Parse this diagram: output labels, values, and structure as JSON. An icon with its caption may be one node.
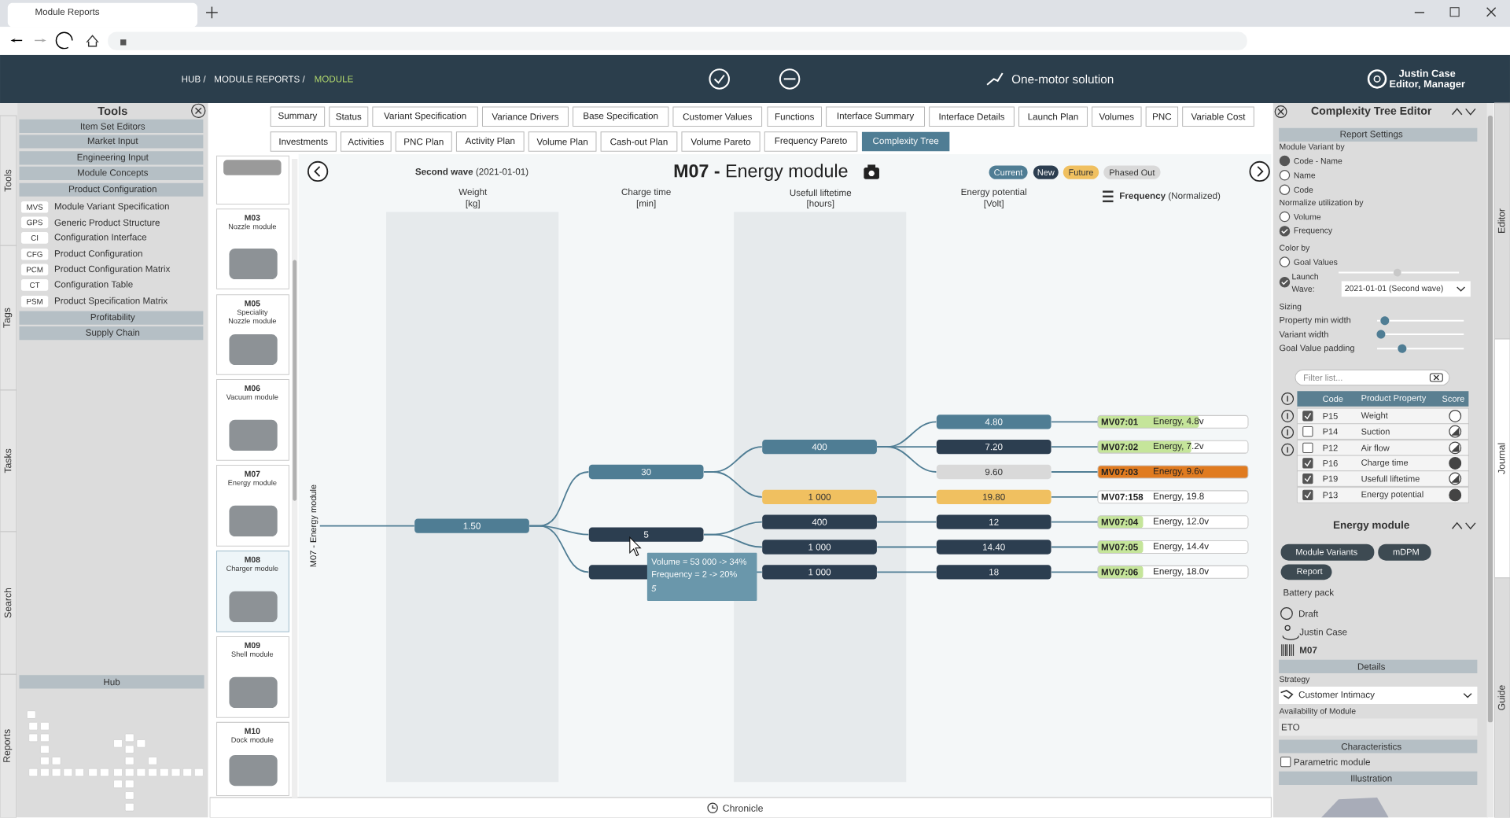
{
  "diagram": {
    "nodes": [
      {
        "text": [
          "M07 - Energy module"
        ]
      },
      {
        "text": [
          "1.50"
        ]
      },
      {
        "text": [
          "30"
        ]
      },
      {
        "text": [
          "5"
        ]
      },
      {
        "text": [],
        "shape": "bar"
      },
      {
        "text": [
          "400"
        ]
      },
      {
        "text": [
          "1 000"
        ]
      },
      {
        "text": [
          "400"
        ]
      },
      {
        "text": [
          "1 000"
        ]
      },
      {
        "text": [
          "1 000"
        ]
      },
      {
        "text": [
          "4.80"
        ]
      },
      {
        "text": [
          "7.20"
        ]
      },
      {
        "text": [
          "9.60"
        ]
      },
      {
        "text": [
          "19.80"
        ]
      },
      {
        "text": [
          "12"
        ]
      },
      {
        "text": [
          "14.40"
        ]
      },
      {
        "text": [
          "18"
        ]
      },
      {
        "text": [
          "MV07:01",
          "Energy, 4.8v"
        ]
      },
      {
        "text": [
          "MV07:02",
          "Energy, 7.2v"
        ]
      },
      {
        "text": [
          "MV07:03",
          "Energy, 9.6v"
        ]
      },
      {
        "text": [
          "MV07:158",
          "Energy, 19.8"
        ]
      },
      {
        "text": [
          "MV07:04",
          "Energy, 12.0v"
        ]
      },
      {
        "text": [
          "MV07:05",
          "Energy, 14.4v"
        ]
      },
      {
        "text": [
          "MV07:06",
          "Energy, 18.0v"
        ]
      }
    ],
    "edges": [
      {
        "from": 0,
        "to": 1,
        "arrow": "none"
      },
      {
        "from": 1,
        "to": 2,
        "arrow": "none"
      },
      {
        "from": 1,
        "to": 3,
        "arrow": "none"
      },
      {
        "from": 1,
        "to": 4,
        "arrow": "none"
      },
      {
        "from": 2,
        "to": 5,
        "arrow": "none"
      },
      {
        "from": 2,
        "to": 6,
        "arrow": "none"
      },
      {
        "from": 3,
        "to": 7,
        "arrow": "none"
      },
      {
        "from": 3,
        "to": 8,
        "arrow": "none"
      },
      {
        "from": 4,
        "to": 9,
        "arrow": "none"
      },
      {
        "from": 5,
        "to": 10,
        "arrow": "none"
      },
      {
        "from": 5,
        "to": 11,
        "arrow": "none"
      },
      {
        "from": 5,
        "to": 12,
        "arrow": "none"
      },
      {
        "from": 6,
        "to": 13,
        "arrow": "none"
      },
      {
        "from": 7,
        "to": 14,
        "arrow": "none"
      },
      {
        "from": 8,
        "to": 15,
        "arrow": "none"
      },
      {
        "from": 9,
        "to": 16,
        "arrow": "none"
      },
      {
        "from": 10,
        "to": 17,
        "arrow": "none"
      },
      {
        "from": 11,
        "to": 18,
        "arrow": "none"
      },
      {
        "from": 12,
        "to": 19,
        "arrow": "none"
      },
      {
        "from": 13,
        "to": 20,
        "arrow": "none"
      },
      {
        "from": 14,
        "to": 21,
        "arrow": "none"
      },
      {
        "from": 15,
        "to": 22,
        "arrow": "none"
      },
      {
        "from": 16,
        "to": 23,
        "arrow": "none"
      }
    ],
    "labels": [
      "Module Reports",
      "HUB /",
      "MODULE REPORTS /",
      "MODULE",
      "One-motor solution",
      "Justin Case",
      "Editor, Manager",
      "Tools",
      "Item Set Editors",
      "Market Input",
      "Engineering Input",
      "Module Concepts",
      "Product Configuration",
      "MVS",
      "Module Variant Specification",
      "GPS",
      "Generic Product Structure",
      "CI",
      "Configuration Interface",
      "CFG",
      "Product Configuration",
      "PCM",
      "Product Configuration Matrix",
      "CT",
      "Configuration Table",
      "PSM",
      "Product Specification Matrix",
      "Profitability",
      "Supply Chain",
      "Hub",
      "Tools",
      "Tags",
      "Tasks",
      "Search",
      "Reports",
      "M03",
      "Nozzle module",
      "M05",
      "Speciality Nozzle module",
      "M06",
      "Vacuum module",
      "M07",
      "Energy module",
      "M08",
      "Charger module",
      "M09",
      "Shell module",
      "M10",
      "Dock module",
      "Summary",
      "Status",
      "Variant Specification",
      "Variance Drivers",
      "Base Specification",
      "Customer Values",
      "Functions",
      "Interface Summary",
      "Interface Details",
      "Launch Plan",
      "Volumes",
      "PNC",
      "Variable Cost",
      "Investments",
      "Activities",
      "PNC Plan",
      "Activity Plan",
      "Volume Plan",
      "Cash-out Plan",
      "Volume Pareto",
      "Frequency Pareto",
      "Complexity Tree",
      "**Second wave** (2021-01-01)",
      "**M07 -** Energy module",
      "Weight",
      "[kg]",
      "Charge time",
      "[min]",
      "Usefull liftetime",
      "[hours]",
      "Energy potential",
      "[Volt]",
      "**Frequency** (Normalized)",
      "Chronicle",
      "Complexity Tree Editor",
      "Report Settings",
      "Module Variant by",
      "Code - Name",
      "Name",
      "Code",
      "Normalize utilization by",
      "Volume",
      "Frequency",
      "Color by",
      "Goal Values",
      "Launch",
      "Wave:",
      "2021-01-01 (Second wave)",
      "Sizing",
      "Property min width",
      "Variant width",
      "Goal Value padding",
      "Filter list...",
      "Code",
      "Product Property",
      "Score",
      "P15",
      "Weight",
      "P14",
      "Suction",
      "P12",
      "Air flow",
      "P16",
      "Charge time",
      "P19",
      "Usefull liftetime",
      "P13",
      "Energy potential",
      "Energy module",
      "Module Variants",
      "mDPM",
      "Report",
      "Battery pack",
      "Draft",
      "Justin Case",
      "M07",
      "Details",
      "Strategy",
      "Customer Intimacy",
      "Availability of Module",
      "ETO",
      "Characteristics",
      "Parametric module",
      "Illustration",
      "Editor",
      "Journal",
      "Guide",
      "Volume = 53 000 -> 34%",
      "Frequency = 2 -> 20%",
      "5"
    ],
    "legend": [
      {
        "text": "Current",
        "color": "#4f7d94"
      },
      {
        "text": "New",
        "color": "#2c3e50"
      },
      {
        "text": "Future",
        "color": "#f0c060"
      },
      {
        "text": "Phased Out",
        "color": "#d9d9d9"
      }
    ]
  }
}
